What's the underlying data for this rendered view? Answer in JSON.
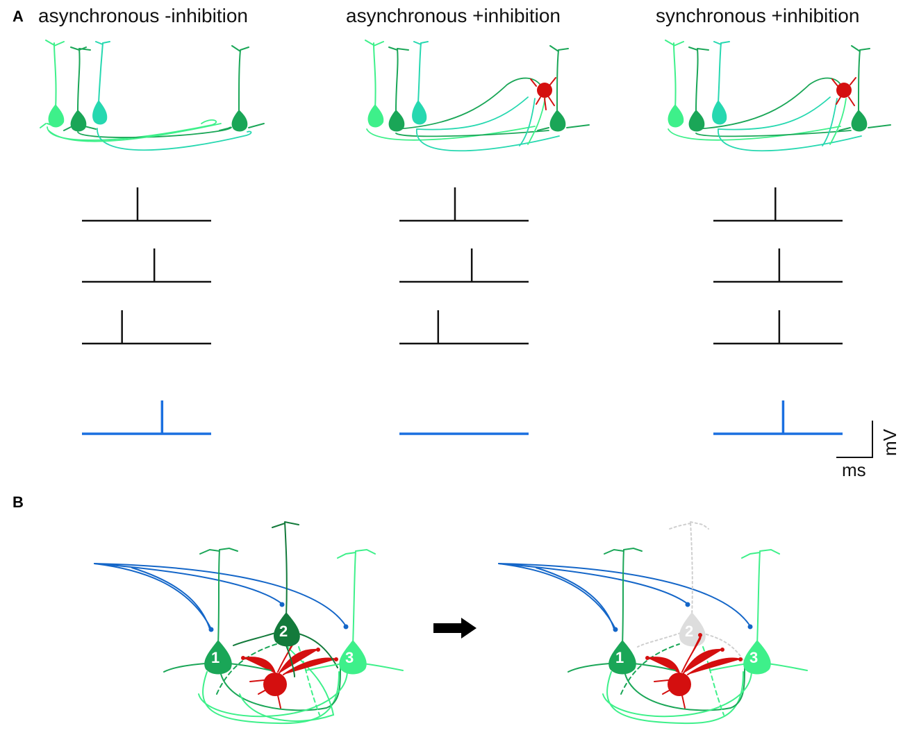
{
  "panel_a": {
    "label": "A",
    "columns": [
      {
        "title": "asynchronous -inhibition",
        "inhibition": false,
        "spike_fractions": [
          0.43,
          0.56,
          0.31
        ],
        "output_spike": true,
        "output_spike_fraction": 0.62
      },
      {
        "title": "asynchronous +inhibition",
        "inhibition": true,
        "spike_fractions": [
          0.43,
          0.56,
          0.3
        ],
        "output_spike": false,
        "output_spike_fraction": null
      },
      {
        "title": "synchronous +inhibition",
        "inhibition": true,
        "spike_fractions": [
          0.48,
          0.51,
          0.51
        ],
        "output_spike": true,
        "output_spike_fraction": 0.54
      }
    ],
    "scale_bar": {
      "x_unit": "ms",
      "y_unit": "mV"
    }
  },
  "panel_b": {
    "label": "B",
    "neurons": [
      "1",
      "2",
      "3"
    ],
    "silenced_neuron": "2"
  },
  "colors": {
    "neuron_light": "#3ef08a",
    "neuron_mid": "#1aa657",
    "neuron_dark": "#137a3b",
    "neuron_cyan": "#26d8b0",
    "interneuron": "#d40f0f",
    "input_axon": "#1466c8",
    "output_trace": "#1a6fe0",
    "spike_trace": "#111111",
    "silenced": "#cfcfcf"
  }
}
